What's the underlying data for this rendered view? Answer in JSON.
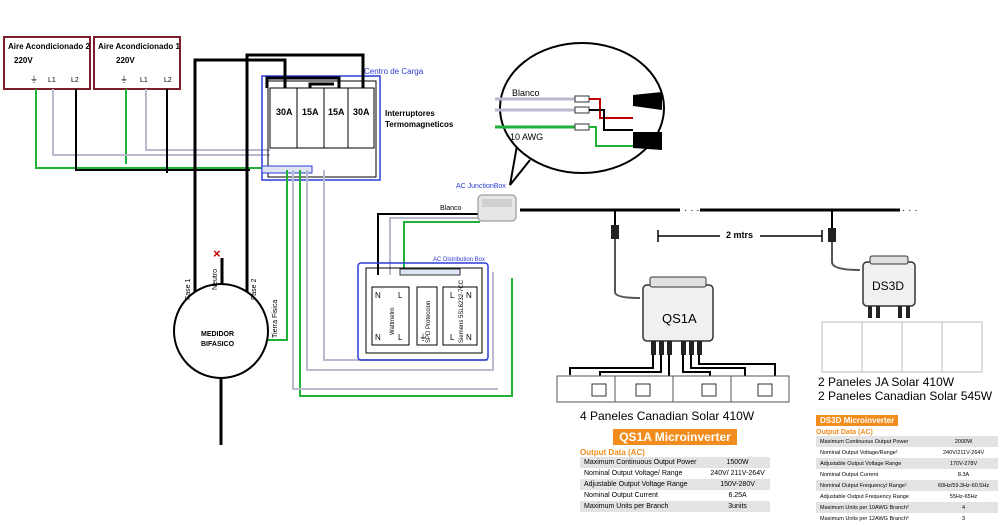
{
  "ac1": {
    "title": "Aire Acondicionado 1",
    "voltage": "220V",
    "t_l1": "L1",
    "t_l2": "L2"
  },
  "ac2": {
    "title": "Aire Acondicionado 2",
    "voltage": "220V",
    "t_l1": "L1",
    "t_l2": "L2"
  },
  "load_center": {
    "label": "Centro de Carga",
    "breakers": [
      "30A",
      "15A",
      "15A",
      "30A"
    ],
    "breakers_label_1": "Interruptores",
    "breakers_label_2": "Termomagneticos"
  },
  "zoom": {
    "blanco": "Blanco",
    "awg": "10 AWG"
  },
  "junction": {
    "label": "AC JunctionBox",
    "blanco": "Blanco"
  },
  "distribution": {
    "label": "AC Distribution Box",
    "modules": [
      "Wattmetro",
      "SPD Proteccion",
      "Siemens 5SL6232-7CC"
    ],
    "n": "N",
    "l": "L"
  },
  "meter": {
    "title_1": "MEDIDOR",
    "title_2": "BIFASICO",
    "fase1": "Fase 1",
    "fase2": "Fase 2",
    "neutro": "Neutro",
    "tierra": "Tierra Fisica"
  },
  "spacing": {
    "label": "2 mtrs",
    "dots": "· · ·"
  },
  "qs1a": {
    "device_label": "QS1A",
    "panels_caption": "4 Paneles Canadian Solar 410W",
    "spec_title": "QS1A Microinverter",
    "spec_sub": "Output Data (AC)",
    "rows": [
      [
        "Maximum Continuous Output Power",
        "1500W"
      ],
      [
        "Nominal Output Voltage/ Range",
        "240V/ 211V-264V"
      ],
      [
        "Adjustable Output Voltage Range",
        "150V-280V"
      ],
      [
        "Nominal Output Current",
        "6.25A"
      ],
      [
        "Maximum Units per Branch",
        "3units"
      ]
    ]
  },
  "ds3d": {
    "device_label": "DS3D",
    "panels_caption_1": "2 Paneles JA Solar 410W",
    "panels_caption_2": "2 Paneles Canadian Solar 545W",
    "spec_title": "DS3D Microinverter",
    "spec_sub": "Output Data (AC)",
    "rows": [
      [
        "Maximum Continuous Output Power",
        "2000W"
      ],
      [
        "Nominal Output Voltage/Range¹",
        "240V/211V-264V"
      ],
      [
        "Adjustable Output Voltage Range",
        "170V-278V"
      ],
      [
        "Nominal Output Current",
        "8.3A"
      ],
      [
        "Nominal Output Frequency/ Range¹",
        "60Hz/59.3Hz-60.5Hz"
      ],
      [
        "Adjustable Output Frequency Range",
        "55Hz-65Hz"
      ],
      [
        "Maximum Units per 10AWG Branch²",
        "4"
      ],
      [
        "Maximum Units per 12AWG Branch²",
        "3"
      ]
    ]
  },
  "colors": {
    "red": "#c00000",
    "green": "#1db13a",
    "grey": "#b9b9cf",
    "blue": "#2b3dd6",
    "orange": "#f28c1c",
    "maroon": "#7a1f2a"
  }
}
